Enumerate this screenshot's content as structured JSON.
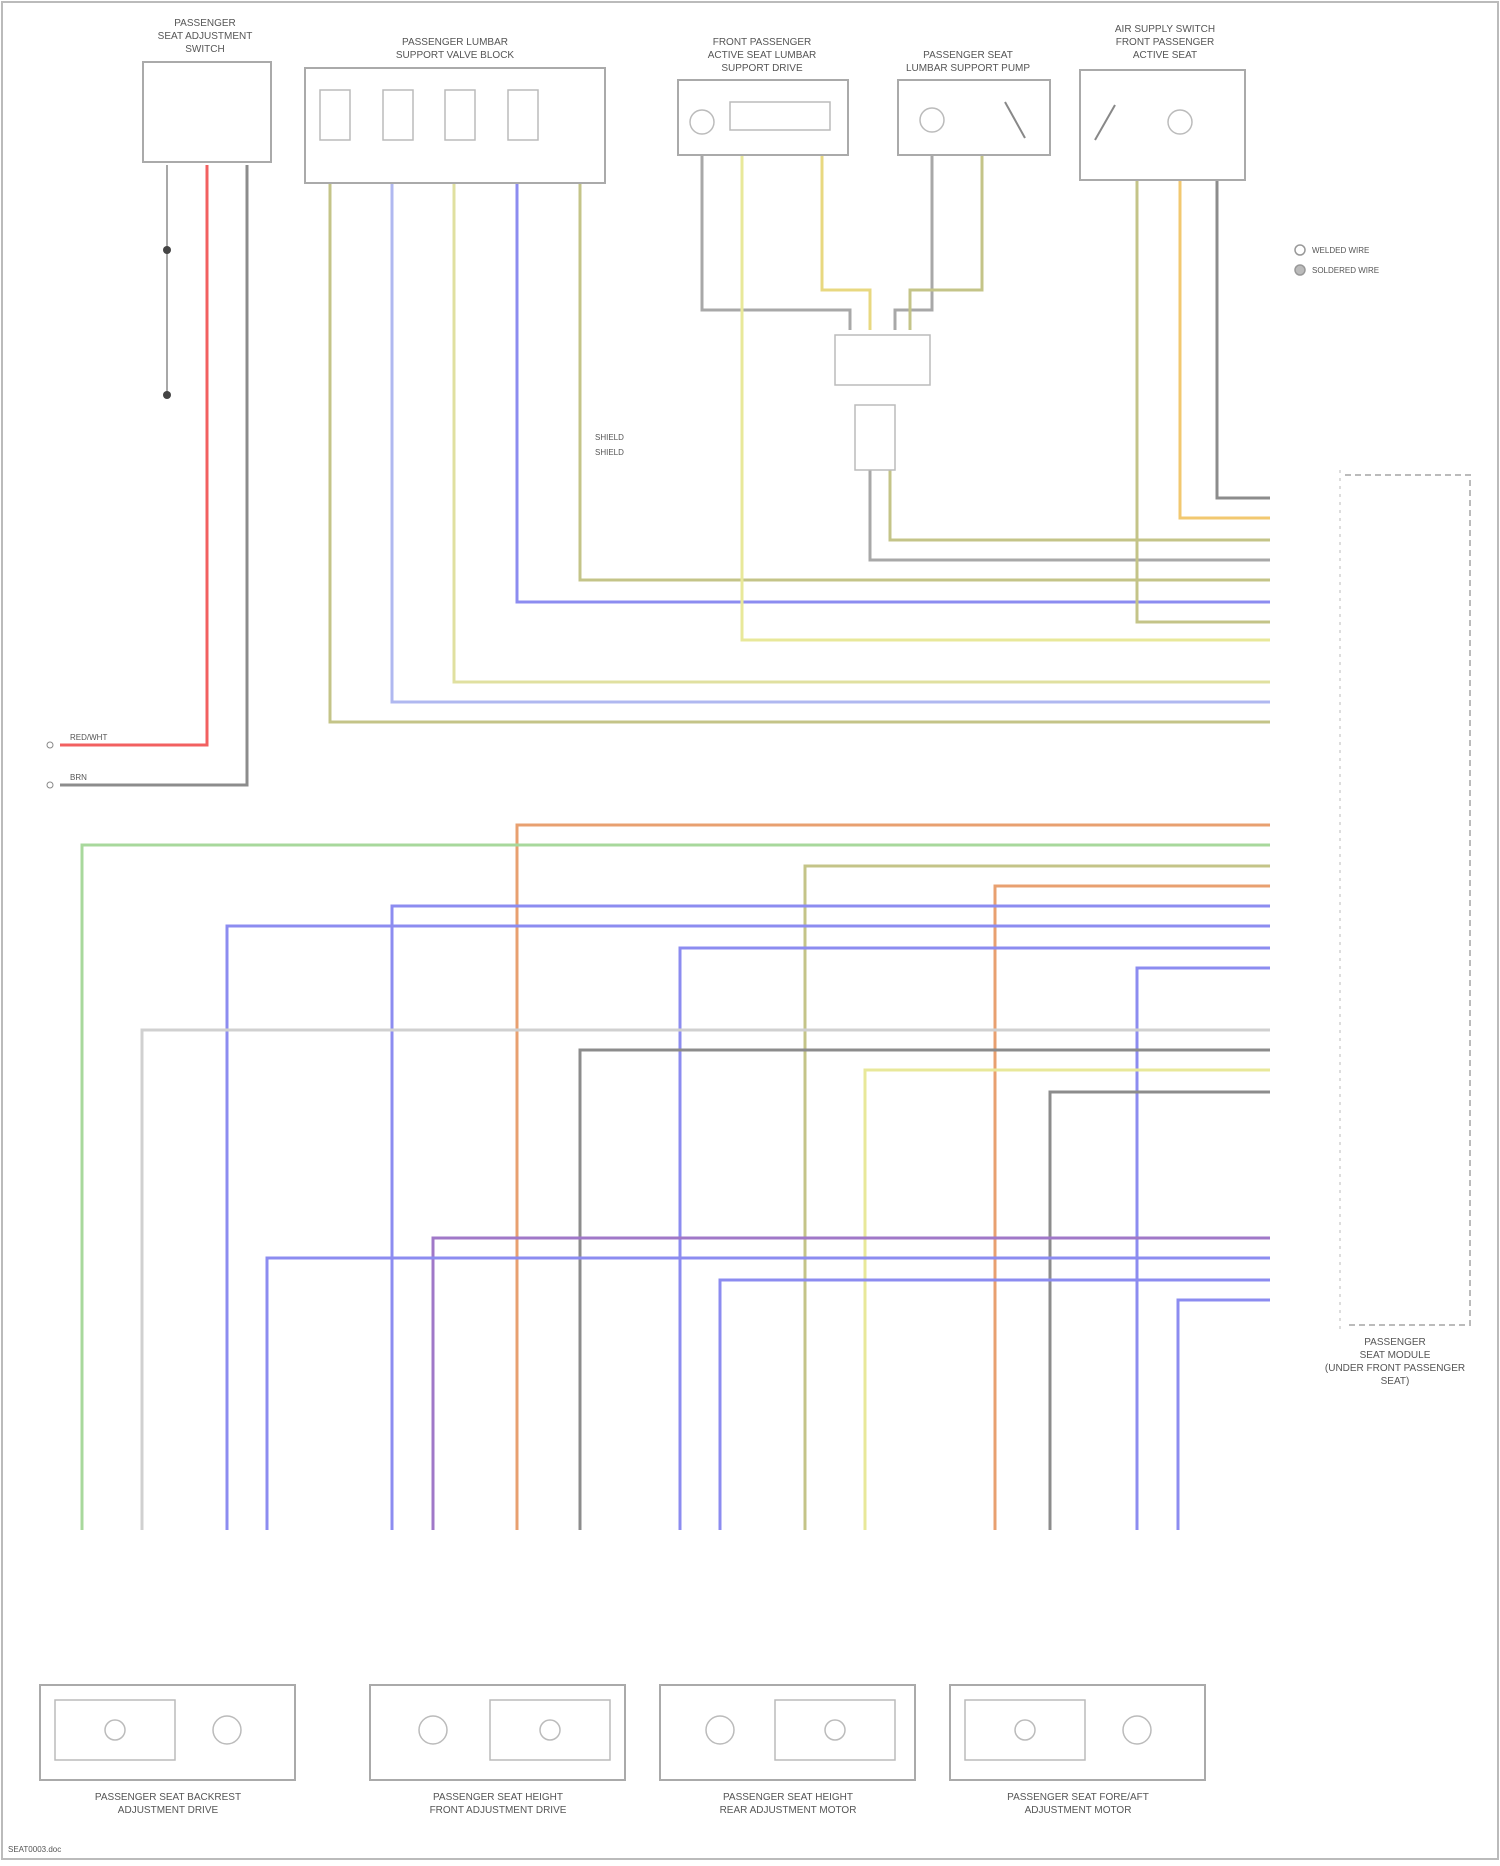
{
  "components": {
    "seat_adj_switch": {
      "title": [
        "PASSENGER",
        "SEAT ADJUSTMENT",
        "SWITCH"
      ]
    },
    "lumbar_valve_block": {
      "title": [
        "PASSENGER LUMBAR",
        "SUPPORT VALVE BLOCK"
      ]
    },
    "active_seat_lumbar": {
      "title": [
        "FRONT PASSENGER",
        "ACTIVE SEAT LUMBAR",
        "SUPPORT DRIVE"
      ]
    },
    "lumbar_support_pump": {
      "title": [
        "PASSENGER SEAT",
        "LUMBAR SUPPORT PUMP"
      ]
    },
    "active_seat_switch": {
      "title": [
        "AIR SUPPLY SWITCH",
        "FRONT PASSENGER",
        "ACTIVE SEAT"
      ]
    },
    "seat_module": {
      "title": [
        "PASSENGER",
        "SEAT MODULE",
        "(UNDER FRONT PASSENGER",
        "SEAT)"
      ]
    },
    "motor1": {
      "title": [
        "PASSENGER SEAT BACKREST",
        "ADJUSTMENT DRIVE"
      ]
    },
    "motor2": {
      "title": [
        "PASSENGER SEAT HEIGHT",
        "FRONT ADJUSTMENT DRIVE"
      ]
    },
    "motor3": {
      "title": [
        "PASSENGER SEAT HEIGHT",
        "REAR ADJUSTMENT MOTOR"
      ]
    },
    "motor4": {
      "title": [
        "PASSENGER SEAT FORE/AFT",
        "ADJUSTMENT MOTOR"
      ]
    }
  },
  "legend": [
    "WELDED WIRE",
    "SOLDERED WIRE"
  ],
  "left_terminals": [
    "RED/WHT",
    "BRN"
  ],
  "shield_labels": [
    "SHIELD",
    "SHIELD"
  ],
  "footer": "SEAT0003.doc",
  "colors": {
    "red": "#f26060",
    "gray": "#a8a8a8",
    "blue": "#8c8cf0",
    "yellow": "#e8e89a",
    "olive": "#c4c488",
    "green": "#a8d89c",
    "orange": "#e8a070",
    "darkgray": "#8c8c8c",
    "lightgray": "#d0d0d0",
    "amber": "#f2c870"
  }
}
